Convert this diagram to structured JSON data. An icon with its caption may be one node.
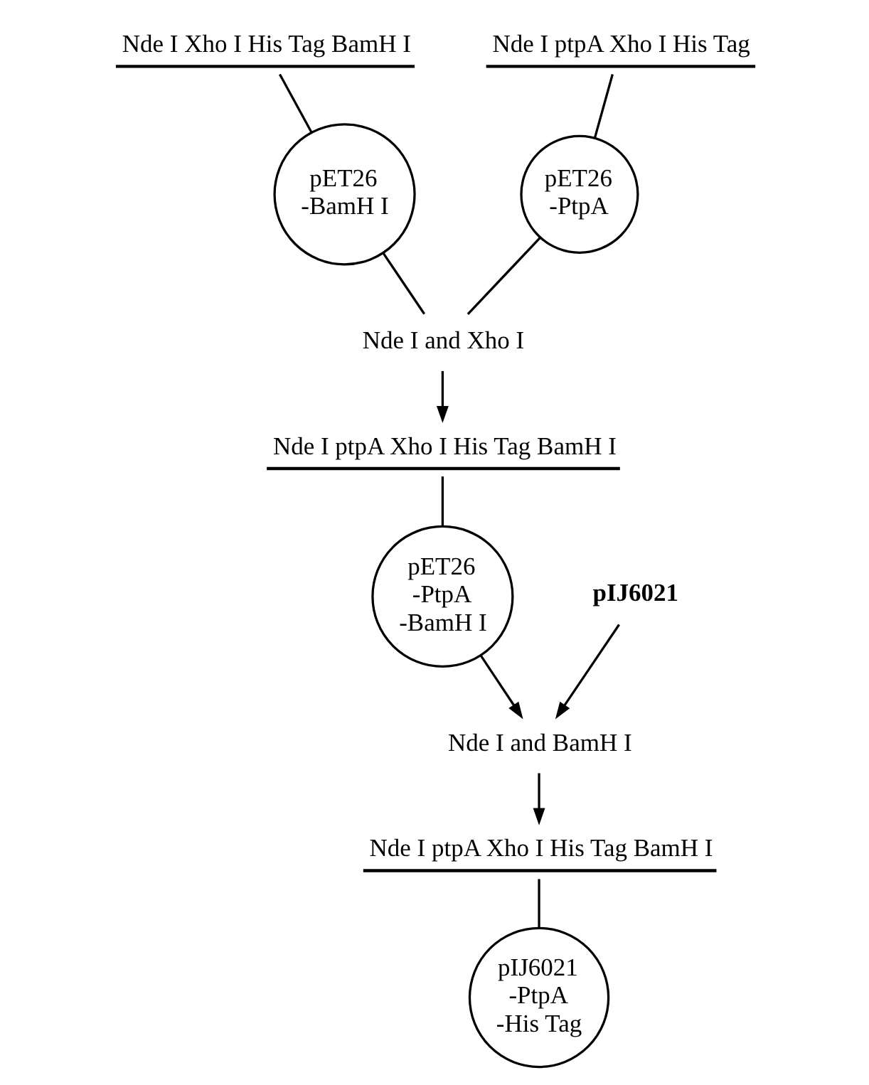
{
  "diagram": {
    "nodes": [
      {
        "text": [
          "Nde I Xho I His Tag BamH I"
        ]
      },
      {
        "text": [
          "Nde I ptpA Xho I His Tag"
        ]
      },
      {
        "text": [
          "pET26",
          "-BamH I"
        ]
      },
      {
        "text": [
          "pET26",
          "-PtpA"
        ]
      },
      {
        "text": [
          "Nde I and Xho I"
        ]
      },
      {
        "text": [
          "Nde I ptpA Xho I His Tag BamH I"
        ]
      },
      {
        "text": [
          "pET26",
          "-PtpA",
          "-BamH I"
        ]
      },
      {
        "text": [
          "pIJ6021"
        ]
      },
      {
        "text": [
          "Nde I and BamH I"
        ]
      },
      {
        "text": [
          "Nde I ptpA Xho I His Tag BamH I"
        ]
      },
      {
        "text": [
          "pIJ6021",
          "-PtpA",
          "-His Tag"
        ]
      }
    ],
    "edges": [
      {
        "from": 0,
        "to": 2,
        "arrow": "none"
      },
      {
        "from": 1,
        "to": 3,
        "arrow": "none"
      },
      {
        "from": 2,
        "to": 4,
        "arrow": "none"
      },
      {
        "from": 3,
        "to": 4,
        "arrow": "none"
      },
      {
        "from": 4,
        "to": 5,
        "arrow": "to"
      },
      {
        "from": 5,
        "to": 6,
        "arrow": "none"
      },
      {
        "from": 6,
        "to": 8,
        "arrow": "to"
      },
      {
        "from": 7,
        "to": 8,
        "arrow": "to"
      },
      {
        "from": 8,
        "to": 9,
        "arrow": "to"
      },
      {
        "from": 9,
        "to": 10,
        "arrow": "none"
      }
    ]
  }
}
